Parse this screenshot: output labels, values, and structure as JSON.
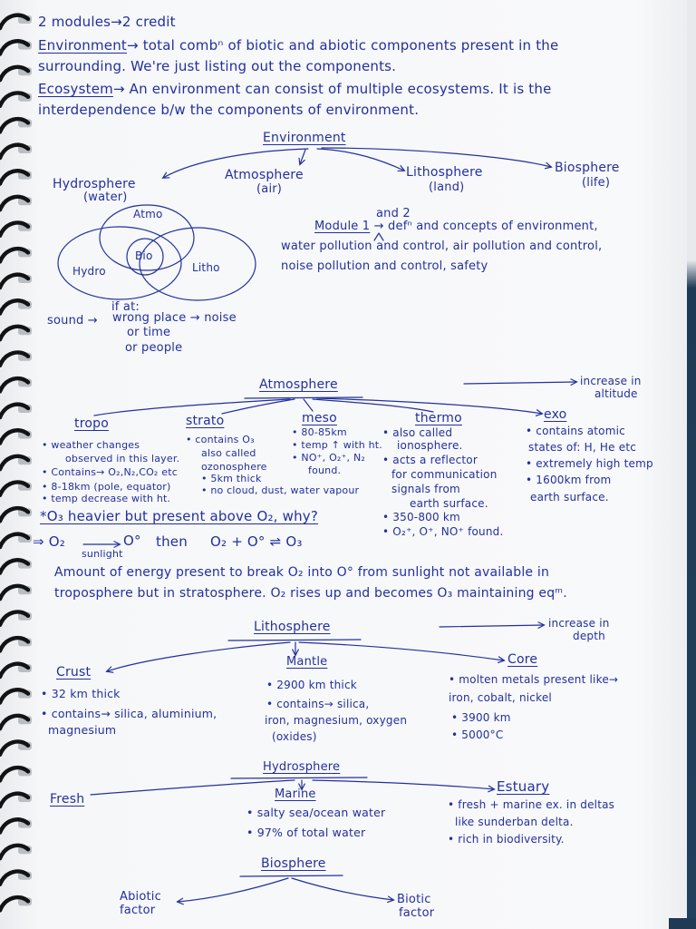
{
  "page": {
    "ink_color": "#23309c",
    "paper_color": "#f6f7f8"
  },
  "intro": {
    "header": "2 modules→2 credit",
    "environment_term": "Environment",
    "environment_def_1": "→ total combⁿ of biotic and abiotic components present in the",
    "environment_def_2": "surrounding. We're just listing out the components.",
    "ecosystem_term": "Ecosystem",
    "ecosystem_def_1": "→ An environment can consist of multiple ecosystems. It is the",
    "ecosystem_def_2": "interdependence b/w the components of environment."
  },
  "environment_diagram": {
    "root": "Environment",
    "branches": [
      {
        "name": "Hydrosphere",
        "note": "(water)"
      },
      {
        "name": "Atmosphere",
        "note": "(air)"
      },
      {
        "name": "Lithosphere",
        "note": "(land)"
      },
      {
        "name": "Biosphere",
        "note": "(life)"
      }
    ],
    "venn": {
      "atmo": "Atmo",
      "bio": "Bio",
      "hydro": "Hydro",
      "litho": "Litho"
    }
  },
  "modules": {
    "and_note": "and 2",
    "module_label": "Module 1",
    "line_1": "→ defⁿ and concepts of environment,",
    "line_2": "water pollution and control, air pollution and control,",
    "line_3": "noise pollution and control, safety"
  },
  "noise": {
    "condition": "if at:",
    "subject": "sound →",
    "lines": [
      "wrong place → noise",
      "or time",
      "or people"
    ]
  },
  "atmosphere": {
    "title": "Atmosphere",
    "direction": [
      "increase in",
      "altitude"
    ],
    "layers": [
      {
        "name": "tropo",
        "lines": [
          "• weather changes",
          "observed in this layer.",
          "• Contains→ O₂,N₂,CO₂ etc",
          "• 8-18km (pole, equator)",
          "• temp decrease with ht."
        ]
      },
      {
        "name": "strato",
        "lines": [
          "• contains O₃",
          "also called",
          "ozonosphere",
          "• 5km thick",
          "• no cloud, dust, water vapour"
        ]
      },
      {
        "name": "meso",
        "lines": [
          "• 80-85km",
          "• temp ↑ with ht.",
          "• NO⁺, O₂⁺, N₂",
          "found."
        ]
      },
      {
        "name": "thermo",
        "lines": [
          "• also called",
          "ionosphere.",
          "• acts a reflector",
          "for communication",
          "signals from",
          "earth surface.",
          "• 350-800 km",
          "• O₂⁺, O⁺, NO⁺ found."
        ]
      },
      {
        "name": "exo",
        "lines": [
          "• contains atomic",
          "states of: H, He etc",
          "• extremely high temp",
          "• 1600km from",
          "earth surface."
        ]
      }
    ]
  },
  "ozone": {
    "question": "*O₃ heavier but present above O₂, why?",
    "reaction_start": "⇒ O₂",
    "reaction_product": "O°",
    "arrow_label": "sunlight",
    "then": "then",
    "reaction_equilibrium": "O₂ + O° ⇌ O₃",
    "explanation": [
      "Amount of energy present to break O₂ into O° from sunlight not available in",
      "troposphere but in stratosphere. O₂ rises up and becomes O₃ maintaining eqᵐ."
    ]
  },
  "lithosphere": {
    "title": "Lithosphere",
    "direction": [
      "increase in",
      "depth"
    ],
    "layers": [
      {
        "name": "Crust",
        "lines": [
          "• 32 km thick",
          "• contains→ silica, aluminium,",
          "magnesium"
        ]
      },
      {
        "name": "Mantle",
        "lines": [
          "• 2900 km thick",
          "• contains→ silica,",
          "iron, magnesium, oxygen",
          "(oxides)"
        ]
      },
      {
        "name": "Core",
        "lines": [
          "• molten metals present like→",
          "iron, cobalt, nickel",
          "• 3900 km",
          "• 5000°C"
        ]
      }
    ]
  },
  "hydrosphere": {
    "title": "Hydrosphere",
    "types": [
      {
        "name": "Fresh"
      },
      {
        "name": "Marine",
        "lines": [
          "• salty sea/ocean water",
          "• 97% of total water"
        ]
      },
      {
        "name": "Estuary",
        "lines": [
          "• fresh + marine ex. in deltas",
          "like sunderban delta.",
          "• rich in biodiversity."
        ]
      }
    ]
  },
  "biosphere": {
    "title": "Biosphere",
    "factors": [
      {
        "lines": [
          "Abiotic",
          "factor"
        ]
      },
      {
        "lines": [
          "Biotic",
          "factor"
        ]
      }
    ]
  }
}
